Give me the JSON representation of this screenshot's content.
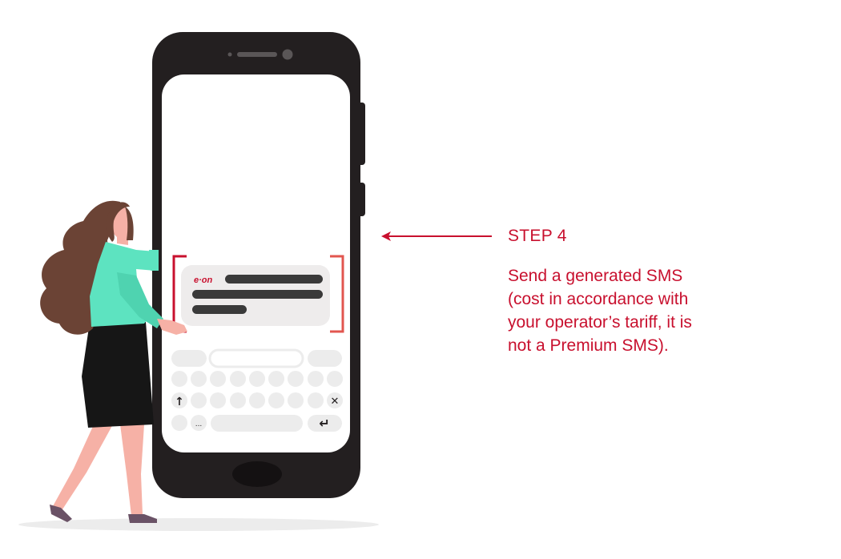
{
  "step": {
    "title": "STEP 4",
    "description_lines": [
      "Send a generated SMS",
      "(cost in accordance with",
      "your operator’s tariff, it is",
      "not a Premium SMS)."
    ]
  },
  "sms_preview": {
    "brand_logo_text": "e·on"
  },
  "keyboard": {
    "shift_symbol": "↑",
    "delete_symbol": "✕",
    "more_symbol": "...",
    "enter_symbol": "↵"
  },
  "colors": {
    "accent": "#c8102e",
    "phone_body": "#231f20",
    "screen": "#ffffff",
    "sms_bubble": "#eeecec",
    "sms_lines": "#3a3a3a",
    "key": "#ececec",
    "shirt": "#5de3c0",
    "skirt": "#161616",
    "hair": "#6b4335",
    "skin": "#f6b1a6"
  }
}
